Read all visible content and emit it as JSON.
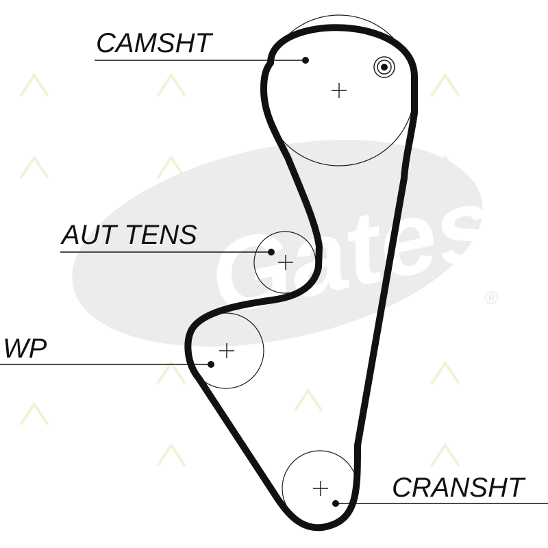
{
  "labels": {
    "camshaft": "CAMSHT",
    "tensioner": "AUT TENS",
    "water_pump": "WP",
    "crankshaft": "CRANSHT"
  },
  "watermark": {
    "logo_text": "Gates",
    "registered_mark": "®",
    "logo_color": "#ececec"
  },
  "colors": {
    "belt": "#111111",
    "line": "#1a1a1a",
    "background": "#ffffff"
  }
}
